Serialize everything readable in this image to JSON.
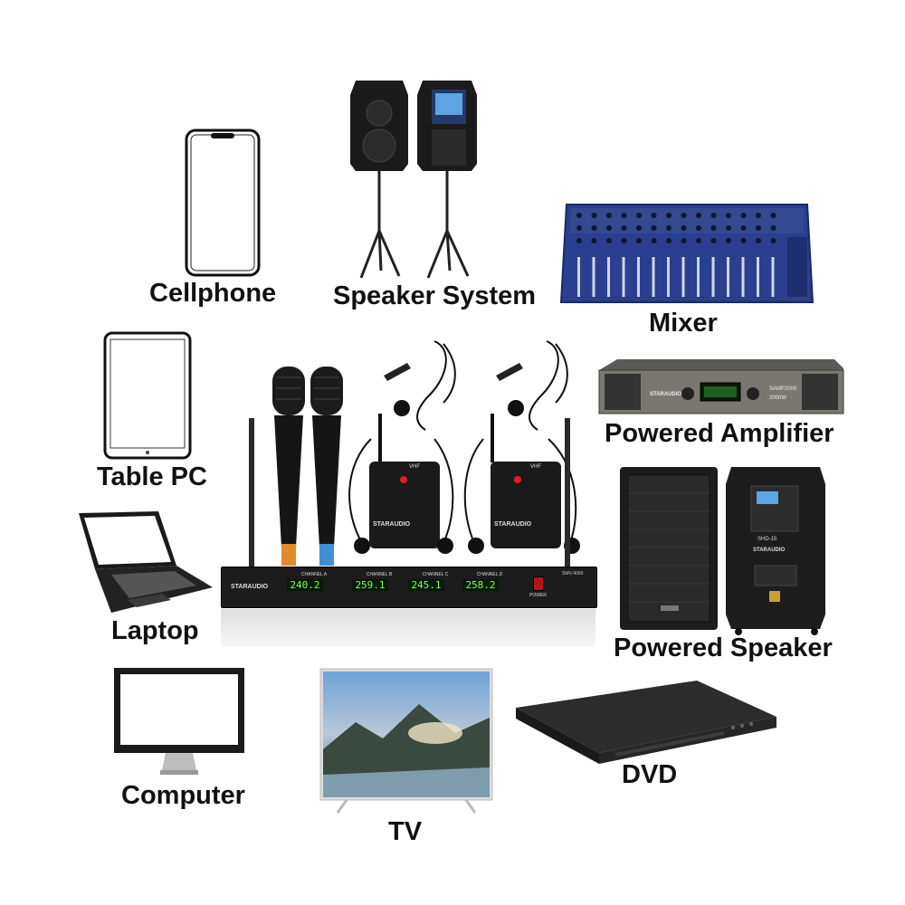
{
  "devices": {
    "cellphone": "Cellphone",
    "speaker_system": "Speaker System",
    "mixer": "Mixer",
    "table_pc": "Table PC",
    "powered_amplifier": "Powered Amplifier",
    "laptop": "Laptop",
    "powered_speaker": "Powered Speaker",
    "computer": "Computer",
    "tv": "TV",
    "dvd": "DVD"
  },
  "receiver": {
    "brand": "STARAUDIO",
    "model": "SMV-4000",
    "channels": [
      {
        "label": "CHANNEL A",
        "freq": "240.2"
      },
      {
        "label": "CHANNEL B",
        "freq": "259.1"
      },
      {
        "label": "CHANNEL C",
        "freq": "245.1"
      },
      {
        "label": "CHANNEL D",
        "freq": "258.2"
      }
    ],
    "power_label": "POWER"
  },
  "bodypack": {
    "tag": "VHF",
    "brand": "STARAUDIO"
  },
  "amplifier": {
    "brand": "STARAUDIO",
    "model": "SAMP2000",
    "power": "2000W"
  },
  "powered_speaker_unit": {
    "brand": "STARAUDIO",
    "model": "SHD-15"
  },
  "colors": {
    "label": "#111111",
    "mixer_blue": "#2a3f8f",
    "display_green": "#7dff5a",
    "tv_sky": "#6ea3d8"
  }
}
